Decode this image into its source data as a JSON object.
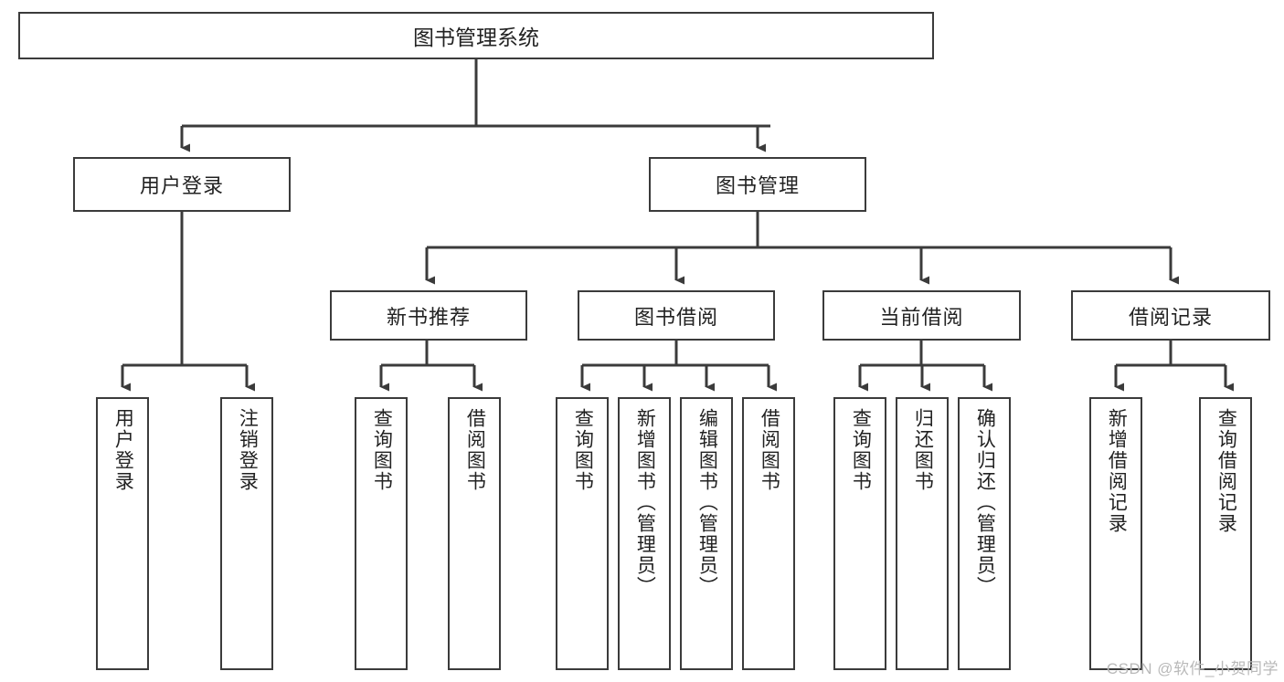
{
  "diagram": {
    "title": "图书管理系统",
    "type": "tree",
    "root": {
      "label": "图书管理系统"
    },
    "level2": [
      {
        "label": "用户登录"
      },
      {
        "label": "图书管理"
      }
    ],
    "level3": [
      {
        "label": "新书推荐"
      },
      {
        "label": "图书借阅"
      },
      {
        "label": "当前借阅"
      },
      {
        "label": "借阅记录"
      }
    ],
    "leaves": {
      "user_login": [
        {
          "label": "用户登录"
        },
        {
          "label": "注销登录"
        }
      ],
      "new_book": [
        {
          "label": "查询图书"
        },
        {
          "label": "借阅图书"
        }
      ],
      "borrow": [
        {
          "label": "查询图书"
        },
        {
          "label": "新增图书（管理员）"
        },
        {
          "label": "编辑图书（管理员）"
        },
        {
          "label": "借阅图书"
        }
      ],
      "current": [
        {
          "label": "查询图书"
        },
        {
          "label": "归还图书"
        },
        {
          "label": "确认归还（管理员）"
        }
      ],
      "records": [
        {
          "label": "新增借阅记录"
        },
        {
          "label": "查询借阅记录"
        }
      ]
    }
  },
  "watermark": {
    "text": "CSDN @软件_小贺同学"
  },
  "colors": {
    "border": "#3b3b3b",
    "text": "#222222",
    "background": "#ffffff",
    "watermark": "#b9b9b9"
  }
}
